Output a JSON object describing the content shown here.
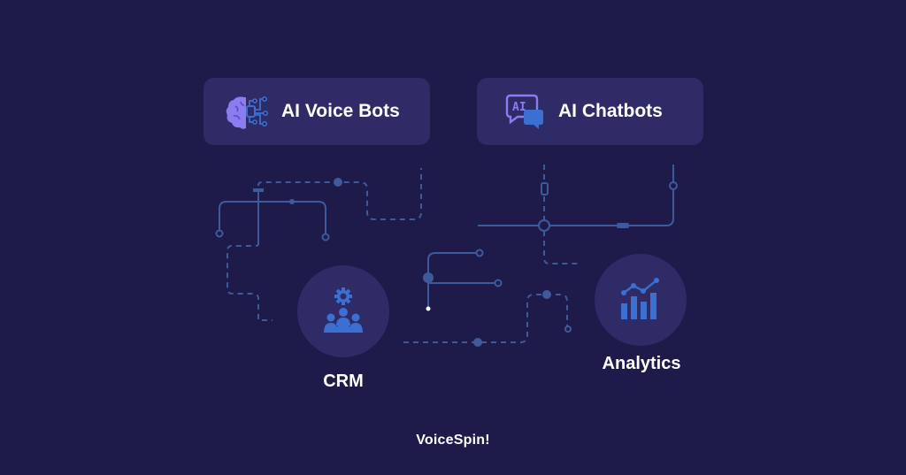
{
  "cards": {
    "voice_bots": {
      "label": "AI Voice Bots",
      "icon": "brain-circuit-icon"
    },
    "chatbots": {
      "label": "AI Chatbots",
      "icon": "ai-chat-bubbles-icon",
      "badge": "AI"
    }
  },
  "nodes": {
    "crm": {
      "label": "CRM",
      "icon": "team-gear-icon"
    },
    "analytics": {
      "label": "Analytics",
      "icon": "bar-chart-trend-icon"
    }
  },
  "brand": {
    "name": "VoiceSpin!"
  },
  "colors": {
    "background": "#1e1b4b",
    "card": "#2e2b66",
    "line": "#3f5a9a",
    "icon_blue": "#3b6fd1",
    "icon_purple": "#8b7cf0"
  }
}
